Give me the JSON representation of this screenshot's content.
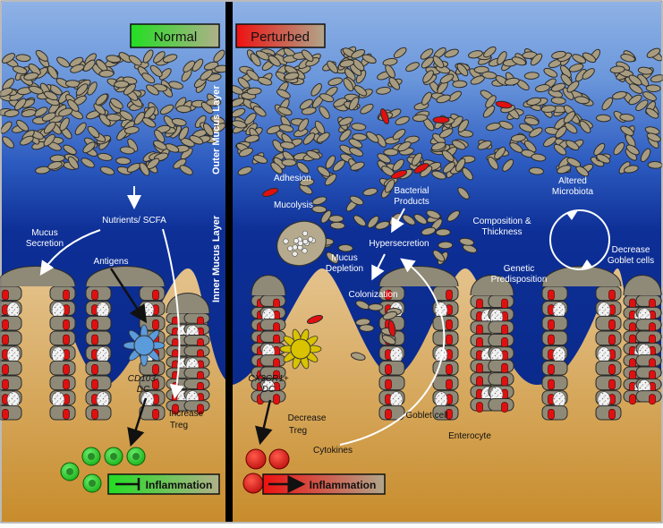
{
  "panels": {
    "normal": "Normal",
    "perturbed": "Perturbed"
  },
  "layers": {
    "outer": "Outer Mucus Layer",
    "inner": "Inner Mucus Layer"
  },
  "normal_labels": {
    "nutrients": "Nutrients/ SCFA",
    "mucus_secretion_1": "Mucus",
    "mucus_secretion_2": "Secretion",
    "antigens": "Antigens",
    "dc_1": "CD103-",
    "dc_2": "DC",
    "treg_1": "Increase",
    "treg_2": "Treg",
    "inflammation": "Inflammation"
  },
  "perturbed_labels": {
    "adhesion": "Adhesion",
    "mucolysis": "Mucolysis",
    "bacterial_products_1": "Bacterial",
    "bacterial_products_2": "Products",
    "altered_microbiota_1": "Altered",
    "altered_microbiota_2": "Microbiota",
    "composition_1": "Composition &",
    "composition_2": "Thickness",
    "hypersecretion": "Hypersecretion",
    "mucus_depletion_1": "Mucus",
    "mucus_depletion_2": "Depletion",
    "decrease_goblet_1": "Decrease",
    "decrease_goblet_2": "Goblet cells",
    "genetic_1": "Genetic",
    "genetic_2": "Predisposition",
    "colonization": "Colonization",
    "dc_1": "CX3CR1+",
    "dc_2": "DC",
    "treg_1": "Decrease",
    "treg_2": "Treg",
    "goblet_cell": "Goblet cell",
    "enterocyte": "Enterocyte",
    "cytokines": "Cytokines",
    "inflammation": "Inflammation"
  },
  "colors": {
    "normal_accent": "#22cc22",
    "perturbed_accent": "#dd1111",
    "mucus_outer": "#5f8fd6",
    "mucus_inner": "#0c2f95",
    "lamina": "#e3c38d",
    "bacteria": "#a89c80",
    "cell": "#8f8a78"
  }
}
